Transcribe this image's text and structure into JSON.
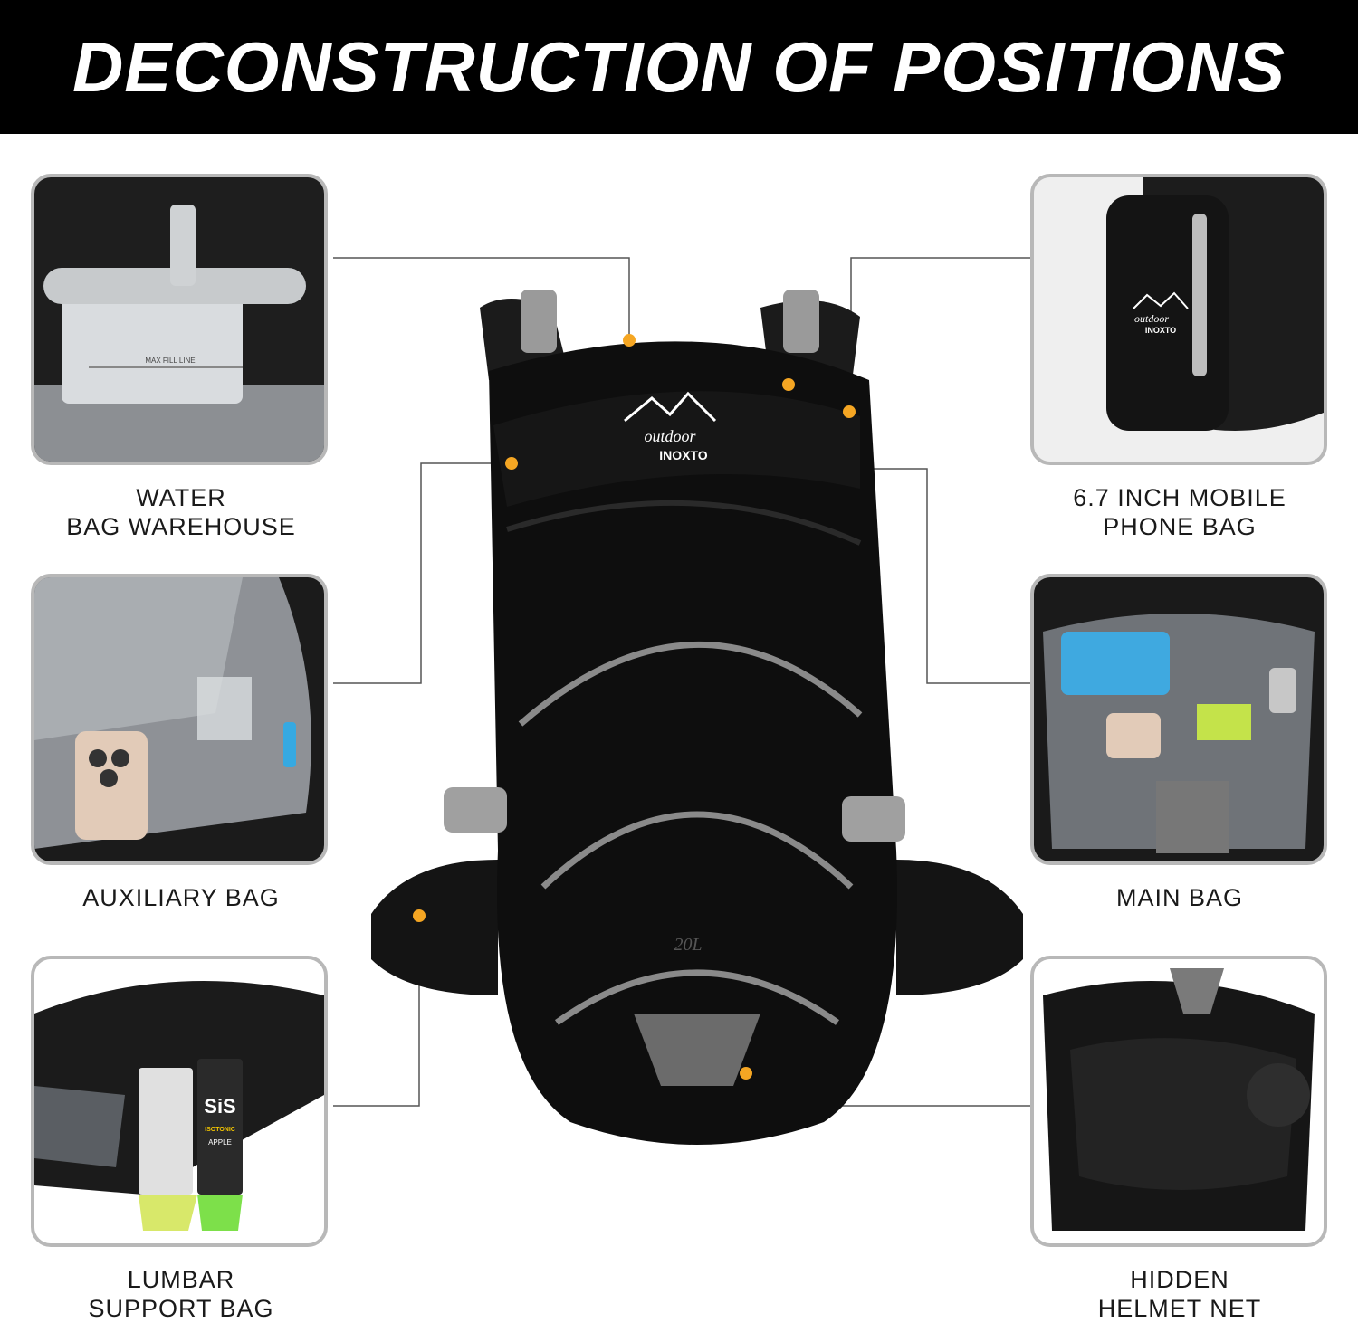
{
  "title": "DECONSTRUCTION OF POSITIONS",
  "colors": {
    "accent_dot": "#f5a623",
    "banner": "#000000",
    "panel_border": "#b8b8b8",
    "leader_line": "#555555"
  },
  "backpack": {
    "logo_line1": "outdoor",
    "logo_line2": "INOXTO",
    "capacity": "20L"
  },
  "features": [
    {
      "line1": "WATER",
      "line2": "BAG WAREHOUSE"
    },
    {
      "line1": "6.7 INCH MOBILE",
      "line2": "PHONE BAG"
    },
    {
      "line1": "AUXILIARY BAG",
      "line2": ""
    },
    {
      "line1": "MAIN BAG",
      "line2": ""
    },
    {
      "line1": "LUMBAR",
      "line2": "SUPPORT BAG"
    },
    {
      "line1": "HIDDEN",
      "line2": "HELMET NET"
    }
  ],
  "photo_labels": {
    "water_bag_fill": "MAX FILL LINE",
    "phone_pouch_logo1": "outdoor",
    "phone_pouch_logo2": "INOXTO",
    "gel_brand": "SiS",
    "gel_flavor": "APPLE",
    "gel_type": "ISOTONIC"
  }
}
